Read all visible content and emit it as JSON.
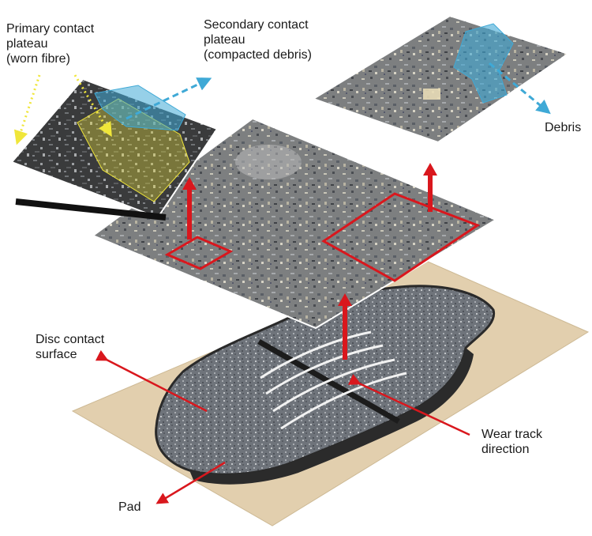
{
  "labels": {
    "primary_plateau": {
      "line1": "Primary contact",
      "line2": "plateau",
      "line3": "(worn fibre)"
    },
    "secondary_plateau": {
      "line1": "Secondary contact",
      "line2": "plateau",
      "line3": "(compacted debris)"
    },
    "debris": "Debris",
    "disc_contact": {
      "line1": "Disc contact",
      "line2": "surface"
    },
    "wear_track": {
      "line1": "Wear track",
      "line2": "direction"
    },
    "pad": "Pad"
  },
  "colors": {
    "pointer_red": "#d9171d",
    "region_yellow": "#f0e63a",
    "region_blue": "#3fa9d6",
    "substrate_tan": "#e2cfae",
    "pad_grey": "#7a7f86",
    "micrograph_dark": "#3c3c3c",
    "micrograph_light": "#9a9a9a"
  }
}
